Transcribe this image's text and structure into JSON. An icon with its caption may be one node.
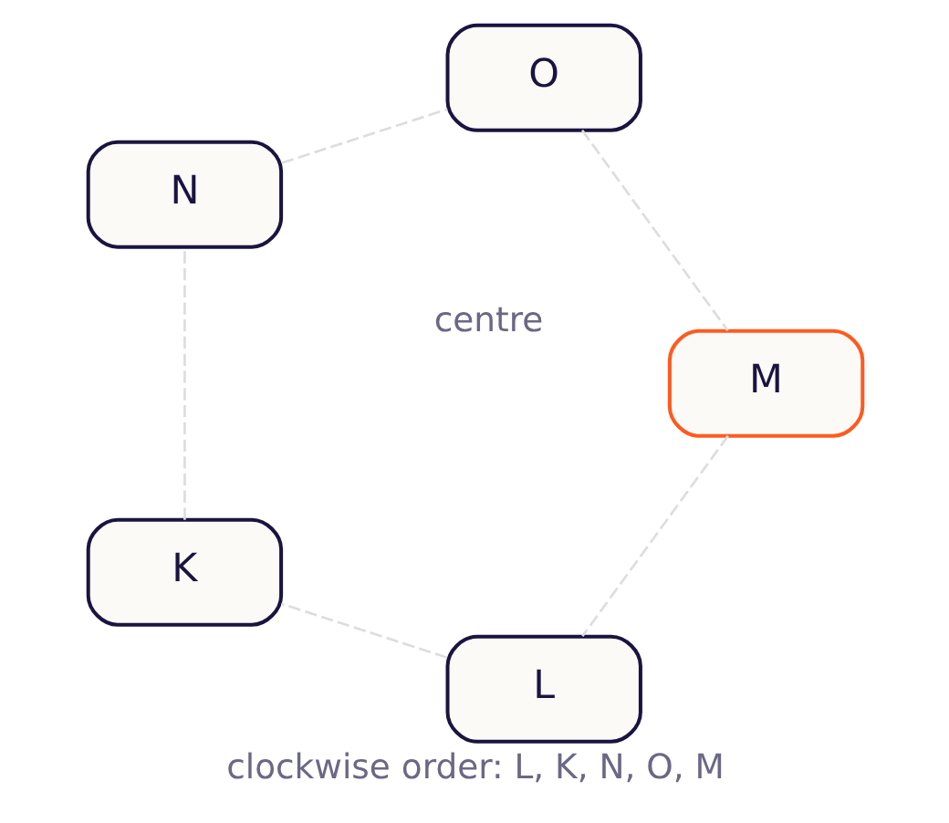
{
  "diagram": {
    "caption": "clockwise order: L, K, N, O, M",
    "nodes": [
      {
        "text": [
          "L"
        ]
      },
      {
        "text": [
          "M"
        ]
      },
      {
        "text": [
          "K"
        ]
      },
      {
        "text": [
          "O"
        ]
      },
      {
        "text": [
          "N"
        ]
      }
    ],
    "edges": [
      {
        "from": 0,
        "to": 2,
        "arrow": "none",
        "style": "dashed"
      },
      {
        "from": 2,
        "to": 4,
        "arrow": "none",
        "style": "dashed"
      },
      {
        "from": 4,
        "to": 3,
        "arrow": "none",
        "style": "dashed"
      },
      {
        "from": 3,
        "to": 1,
        "arrow": "none",
        "style": "dashed"
      },
      {
        "from": 1,
        "to": 0,
        "arrow": "none",
        "style": "dashed"
      }
    ],
    "labels": [
      "centre"
    ]
  }
}
